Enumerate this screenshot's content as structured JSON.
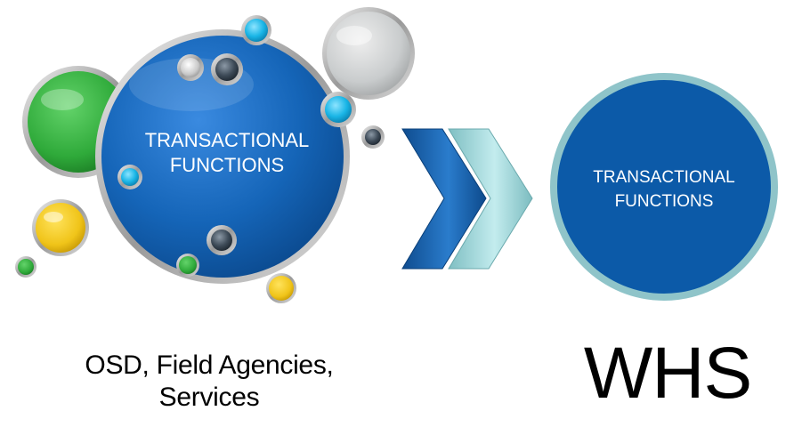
{
  "left_group": {
    "circle_label_line1": "TRANSACTIONAL",
    "circle_label_line2": "FUNCTIONS",
    "caption_line1": "OSD, Field Agencies,",
    "caption_line2": "Services"
  },
  "right_group": {
    "circle_label_line1": "TRANSACTIONAL",
    "circle_label_line2": "FUNCTIONS",
    "caption": "WHS"
  },
  "colors": {
    "primary_blue": "#1565b8",
    "right_circle_blue": "#0c5aa8",
    "right_circle_ring": "#8fc4c9",
    "chevron_dark": "#1a5fa8",
    "chevron_light": "#9fd3d6",
    "green": "#2faa3a",
    "yellow": "#f0c419",
    "grey": "#c9cccd",
    "cyan": "#19b5e6"
  }
}
